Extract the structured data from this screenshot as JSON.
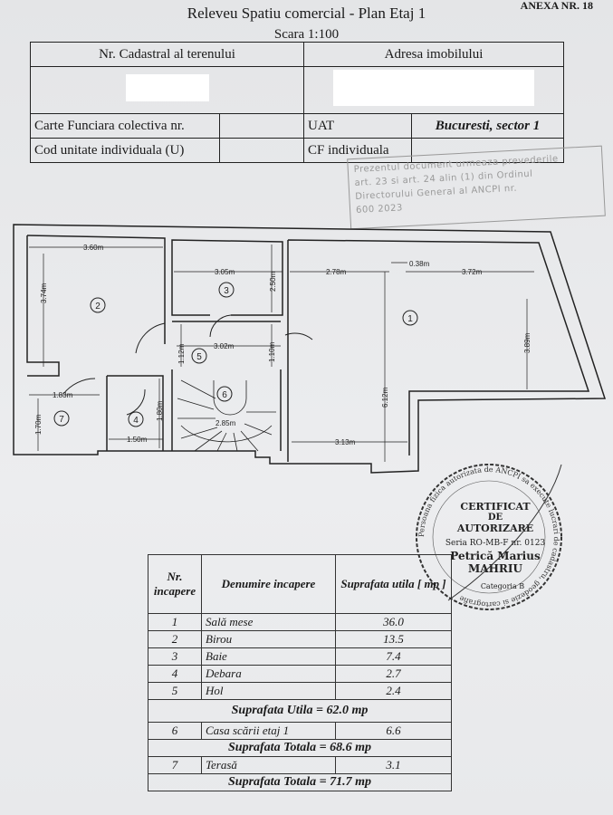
{
  "header": {
    "annex": "ANEXA NR. 18",
    "title": "Releveu Spatiu comercial - Plan Etaj 1",
    "scale": "Scara 1:100"
  },
  "info": {
    "cadastral_label": "Nr. Cadastral al terenului",
    "address_label": "Adresa imobilului",
    "cf_colectiva_label": "Carte Funciara colectiva nr.",
    "uat_label": "UAT",
    "uat_value": "Bucuresti, sector 1",
    "cod_unitate_label": "Cod unitate individuala (U)",
    "cf_individuala_label": "CF individuala"
  },
  "notice_stamp": [
    "Prezentul document urmeaza prevederile",
    "art. 23 si art. 24 alin (1) din Ordinul",
    "Directorului General al ANCPI nr.",
    "600 2023"
  ],
  "plan": {
    "dimensions": [
      "3.60m",
      "3.74m",
      "3.05m",
      "2.50m",
      "2.78m",
      "0.38m",
      "3.72m",
      "3.89m",
      "6.12m",
      "3.02m",
      "1.12m",
      "1.10m",
      "1.83m",
      "1.70m",
      "1.80m",
      "1.50m",
      "2.85m",
      "3.13m"
    ],
    "rooms": [
      "1",
      "2",
      "3",
      "4",
      "5",
      "6",
      "7"
    ]
  },
  "seal": {
    "ring": "Persoana fizica autorizata de ANCPI sa execute lucrari de cadastru, geodezie si cartografie",
    "line1": "CERTIFICAT",
    "line2": "DE",
    "line3": "AUTORIZARE",
    "serial": "Seria RO-MB-F nr. 0123",
    "name1": "Petrică Marius",
    "name2": "MAHRIU",
    "category": "Categoria B"
  },
  "areas": {
    "headers": [
      "Nr. incapere",
      "Denumire incapere",
      "Suprafata utila [ mp ]"
    ],
    "rows": [
      {
        "nr": "1",
        "name": "Sală mese",
        "area": "36.0"
      },
      {
        "nr": "2",
        "name": "Birou",
        "area": "13.5"
      },
      {
        "nr": "3",
        "name": "Baie",
        "area": "7.4"
      },
      {
        "nr": "4",
        "name": "Debara",
        "area": "2.7"
      },
      {
        "nr": "5",
        "name": "Hol",
        "area": "2.4"
      }
    ],
    "subtotal_utila": "Suprafata Utila = 62.0 mp",
    "stair": {
      "nr": "6",
      "name": "Casa scării etaj 1",
      "area": "6.6"
    },
    "total1": "Suprafata Totala = 68.6 mp",
    "terrace": {
      "nr": "7",
      "name": "Terasă",
      "area": "3.1"
    },
    "total2": "Suprafata Totala = 71.7 mp"
  }
}
